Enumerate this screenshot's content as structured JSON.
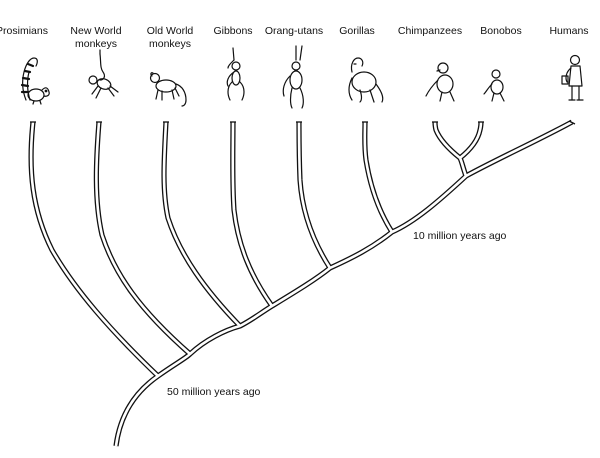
{
  "diagram": {
    "taxa": [
      {
        "id": "prosimians",
        "lines": [
          "Prosimians"
        ],
        "icon": "lemur-icon"
      },
      {
        "id": "new-world-monkeys",
        "lines": [
          "New World",
          "monkeys"
        ],
        "icon": "hanging-monkey-icon"
      },
      {
        "id": "old-world-monkeys",
        "lines": [
          "Old World",
          "monkeys"
        ],
        "icon": "walking-monkey-icon"
      },
      {
        "id": "gibbons",
        "lines": [
          "Gibbons"
        ],
        "icon": "gibbon-icon"
      },
      {
        "id": "orang-utans",
        "lines": [
          "Orang-utans"
        ],
        "icon": "orangutan-icon"
      },
      {
        "id": "gorillas",
        "lines": [
          "Gorillas"
        ],
        "icon": "gorilla-icon"
      },
      {
        "id": "chimpanzees",
        "lines": [
          "Chimpanzees"
        ],
        "icon": "chimpanzee-icon"
      },
      {
        "id": "bonobos",
        "lines": [
          "Bonobos"
        ],
        "icon": "bonobo-icon"
      },
      {
        "id": "humans",
        "lines": [
          "Humans"
        ],
        "icon": "human-icon"
      }
    ],
    "annotations": {
      "ten_million": "10 million years ago",
      "fifty_million": "50 million years ago"
    }
  }
}
